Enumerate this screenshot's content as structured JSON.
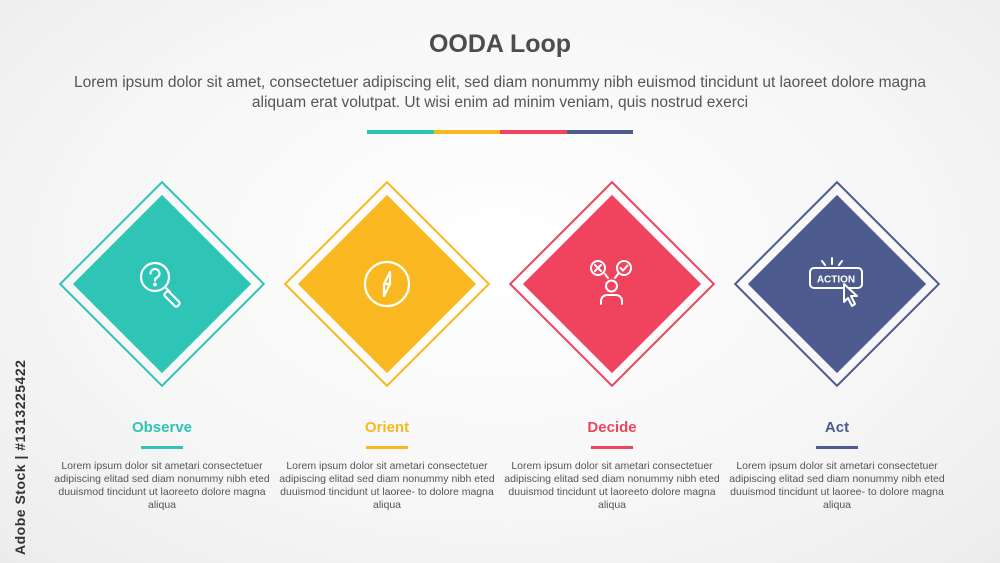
{
  "title": "OODA Loop",
  "subtitle": "Lorem ipsum dolor sit amet, consectetuer adipiscing elit, sed diam nonummy nibh euismod tincidunt ut laoreet dolore magna aliquam erat volutpat. Ut wisi enim ad minim veniam, quis nostrud exerci",
  "divider_colors": [
    "#2ec4b6",
    "#f9b81f",
    "#f0435e",
    "#4e5b8f"
  ],
  "steps": [
    {
      "label": "Observe",
      "color": "#2ec4b6",
      "icon": "magnifier-question-icon",
      "description": "Lorem ipsum dolor sit ametari consectetuer adipiscing elitad sed diam nonummy nibh eted duuismod tincidunt ut laoreeto dolore magna aliqua"
    },
    {
      "label": "Orient",
      "color": "#f9b81f",
      "icon": "compass-icon",
      "description": "Lorem ipsum dolor sit ametari consectetuer adipiscing elitad sed diam nonummy nibh eted duuismod tincidunt ut laoree- to dolore magna aliqua"
    },
    {
      "label": "Decide",
      "color": "#f0435e",
      "icon": "decision-person-icon",
      "description": "Lorem ipsum dolor sit ametari consectetuer adipiscing elitad sed diam nonummy nibh eted duuismod tincidunt ut laoreeto dolore magna aliqua"
    },
    {
      "label": "Act",
      "color": "#4e5b8f",
      "icon": "action-button-click-icon",
      "icon_text": "ACTION",
      "description": "Lorem ipsum dolor sit ametari consectetuer adipiscing elitad sed diam nonummy nibh eted duuismod tincidunt ut laoree- to dolore magna aliqua"
    }
  ],
  "watermark_side": "Adobe Stock | #1313225422"
}
